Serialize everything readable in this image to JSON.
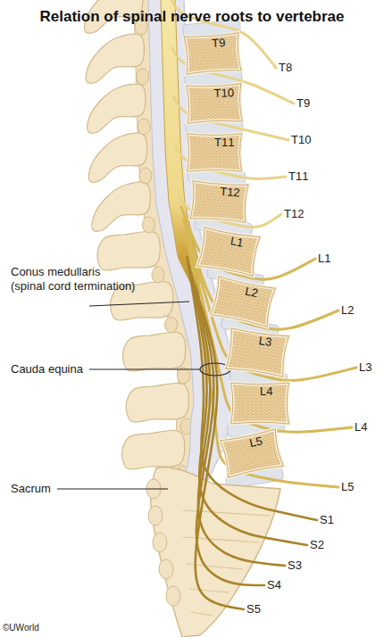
{
  "diagram": {
    "title": "Relation of spinal nerve roots to vertebrae",
    "nodes": [
      {
        "text": [
          "T9"
        ]
      },
      {
        "text": [
          "T10"
        ]
      },
      {
        "text": [
          "T11"
        ]
      },
      {
        "text": [
          "T12"
        ]
      },
      {
        "text": [
          "L1"
        ]
      },
      {
        "text": [
          "L2"
        ]
      },
      {
        "text": [
          "L3"
        ]
      },
      {
        "text": [
          "L4"
        ]
      },
      {
        "text": [
          "L5"
        ]
      }
    ],
    "labels": [
      "T8",
      "T9",
      "T10",
      "T11",
      "T12",
      "L1",
      "L2",
      "L3",
      "L4",
      "L5",
      "S1",
      "S2",
      "S3",
      "S4",
      "S5",
      "Conus medullaris (spinal cord termination)",
      "Cauda equina",
      "Sacrum",
      "©UWorld"
    ]
  }
}
